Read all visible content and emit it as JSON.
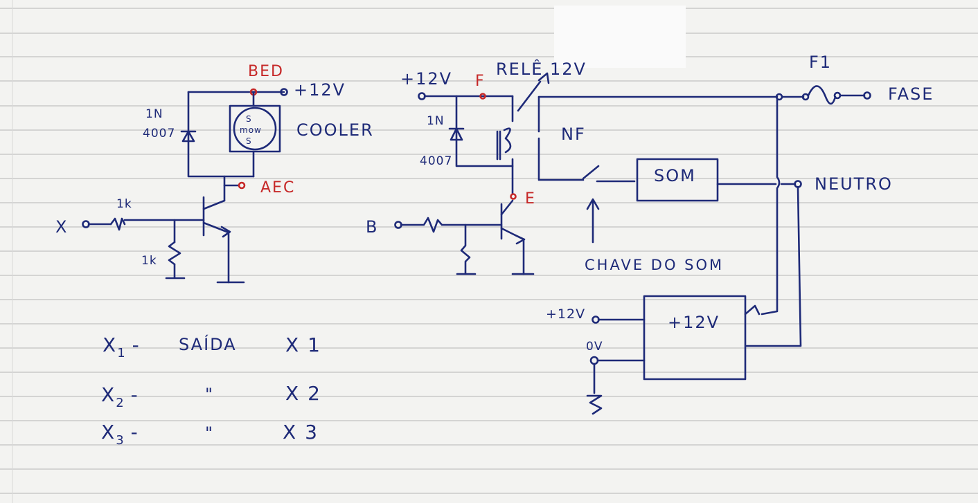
{
  "labels": {
    "bed": "BED",
    "plus12v_left": "+12V",
    "in4007_a_line1": "1N",
    "in4007_a_line2": "4007",
    "cooler": "COOLER",
    "aec": "AEC",
    "x_input": "X",
    "r1": "1k",
    "r2": "1k",
    "plus12v_mid": "+12V",
    "f_point": "F",
    "rele": "RELÊ 12V",
    "in4007_b_line1": "1N",
    "in4007_b_line2": "4007",
    "nf": "NF",
    "e_point": "E",
    "b_input": "B",
    "som": "SOM",
    "chave_do_som": "CHAVE DO SOM",
    "f1": "F1",
    "fase": "FASE",
    "neutro": "NEUTRO",
    "psu_plus12v_in": "+12V",
    "psu_box": "+12V",
    "zero_v": "0V"
  },
  "legend": [
    {
      "sym_letter": "X",
      "sym_sub": "1",
      "dash": "-",
      "desc": "SAÍDA",
      "value": "X 1"
    },
    {
      "sym_letter": "X",
      "sym_sub": "2",
      "dash": "-",
      "desc": "\"",
      "value": "X 2"
    },
    {
      "sym_letter": "X",
      "sym_sub": "3",
      "dash": "-",
      "desc": "\"",
      "value": "X 3"
    }
  ],
  "colors": {
    "ink": "#1e2a78",
    "red_ink": "#c62828",
    "paper": "#f3f3f1",
    "ruled_line": "#c9c9c9"
  }
}
